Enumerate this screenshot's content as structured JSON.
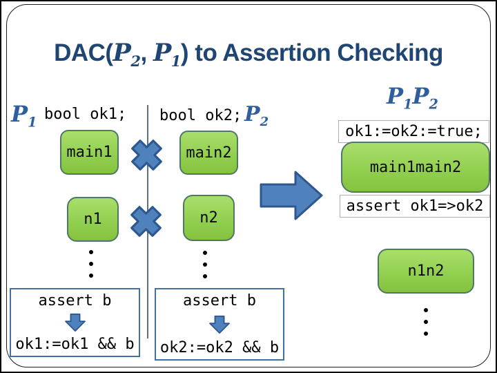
{
  "title": {
    "part1": "DAC(",
    "p_a": "P",
    "sub_a": "2",
    "part2": ", ",
    "p_b": "P",
    "sub_b": "1",
    "part3": ") to Assertion Checking"
  },
  "program_left": {
    "label_base": "P",
    "label_sub": "1",
    "decl": "bool ok1;",
    "main_node": "main1",
    "n_node": "n1",
    "assert_line": "assert b",
    "update_line": "ok1:=ok1 && b"
  },
  "program_right": {
    "label_base": "P",
    "label_sub": "2",
    "decl": "bool ok2;",
    "main_node": "main2",
    "n_node": "n2",
    "assert_line": "assert b",
    "update_line": "ok2:=ok2 && b"
  },
  "composed": {
    "label_base1": "P",
    "label_sub1": "1",
    "label_base2": "P",
    "label_sub2": "2",
    "init_stmt": "ok1:=ok2:=true;",
    "main_node": "main1main2",
    "assert_stmt": "assert ok1=>ok2",
    "n_node": "n1n2"
  },
  "icons": {
    "cross": "x-cross-icon",
    "forward_arrow": "right-block-arrow-icon",
    "flow_arrow": "down-block-arrow-icon",
    "ellipsis": "vertical-ellipsis"
  },
  "colors": {
    "accent_blue": "#4f81bd",
    "accent_blue_dark": "#2c588f",
    "node_green": "#92d050",
    "node_green_border": "#4f7766",
    "title_navy": "#1f4573",
    "math_blue": "#2f5e9e",
    "assert_border_blue": "#41719c",
    "stmt_border_gray": "#a9aeb4",
    "divider_gray": "#5d6e88"
  }
}
